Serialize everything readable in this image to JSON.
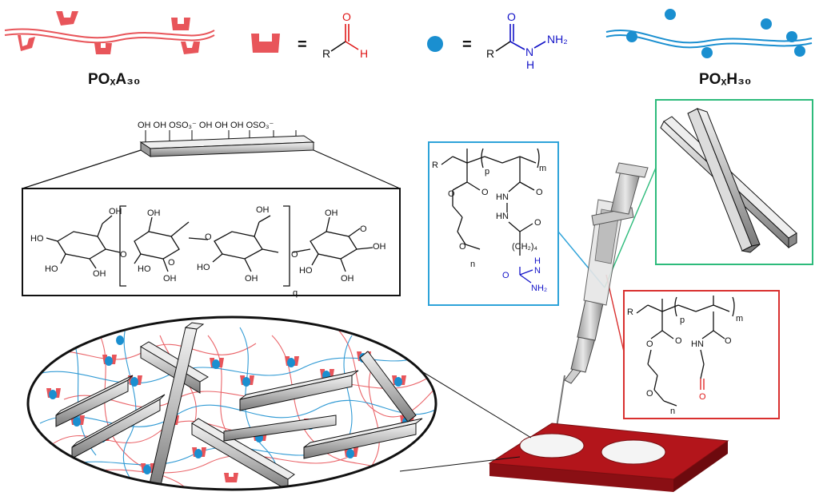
{
  "labels": {
    "aldehyde_polymer": "POₓA₃₀",
    "hydrazide_polymer": "POₓH₃₀",
    "equals": "=",
    "aldehyde_group": {
      "R": "R",
      "O": "O",
      "H": "H"
    },
    "hydrazide_group": {
      "R": "R",
      "O": "O",
      "NH": "N",
      "H": "H",
      "NH2": "NH₂"
    },
    "cnc_top_groups": "OH OH OSO₃⁻ OH OH OH OSO₃⁻",
    "cellulose": {
      "OH": "OH",
      "HO": "HO",
      "O": "O",
      "q": "q"
    },
    "hydrazide_structure": {
      "R": "R",
      "p": "p",
      "m": "m",
      "n": "n",
      "O": "O",
      "HN": "HN",
      "NH": "NH",
      "CH2_4": "(CH₂)₄",
      "NH2": "NH₂",
      "N": "N",
      "H": "H"
    },
    "aldehyde_structure": {
      "R": "R",
      "p": "p",
      "m": "m",
      "n": "n",
      "O": "O",
      "HN": "HN"
    }
  },
  "colors": {
    "aldehyde_red": "#e8555a",
    "hydrazide_blue": "#1a8fd0",
    "box_blue": "#2ea3d9",
    "box_green": "#2dbb7b",
    "box_red": "#d9302f",
    "slab_red": "#b3151b",
    "text_blue": "#1414c8",
    "text_red": "#e01818"
  },
  "icons": [
    "syringe-icon",
    "cnc-rod-icon",
    "mold-slab-icon"
  ]
}
